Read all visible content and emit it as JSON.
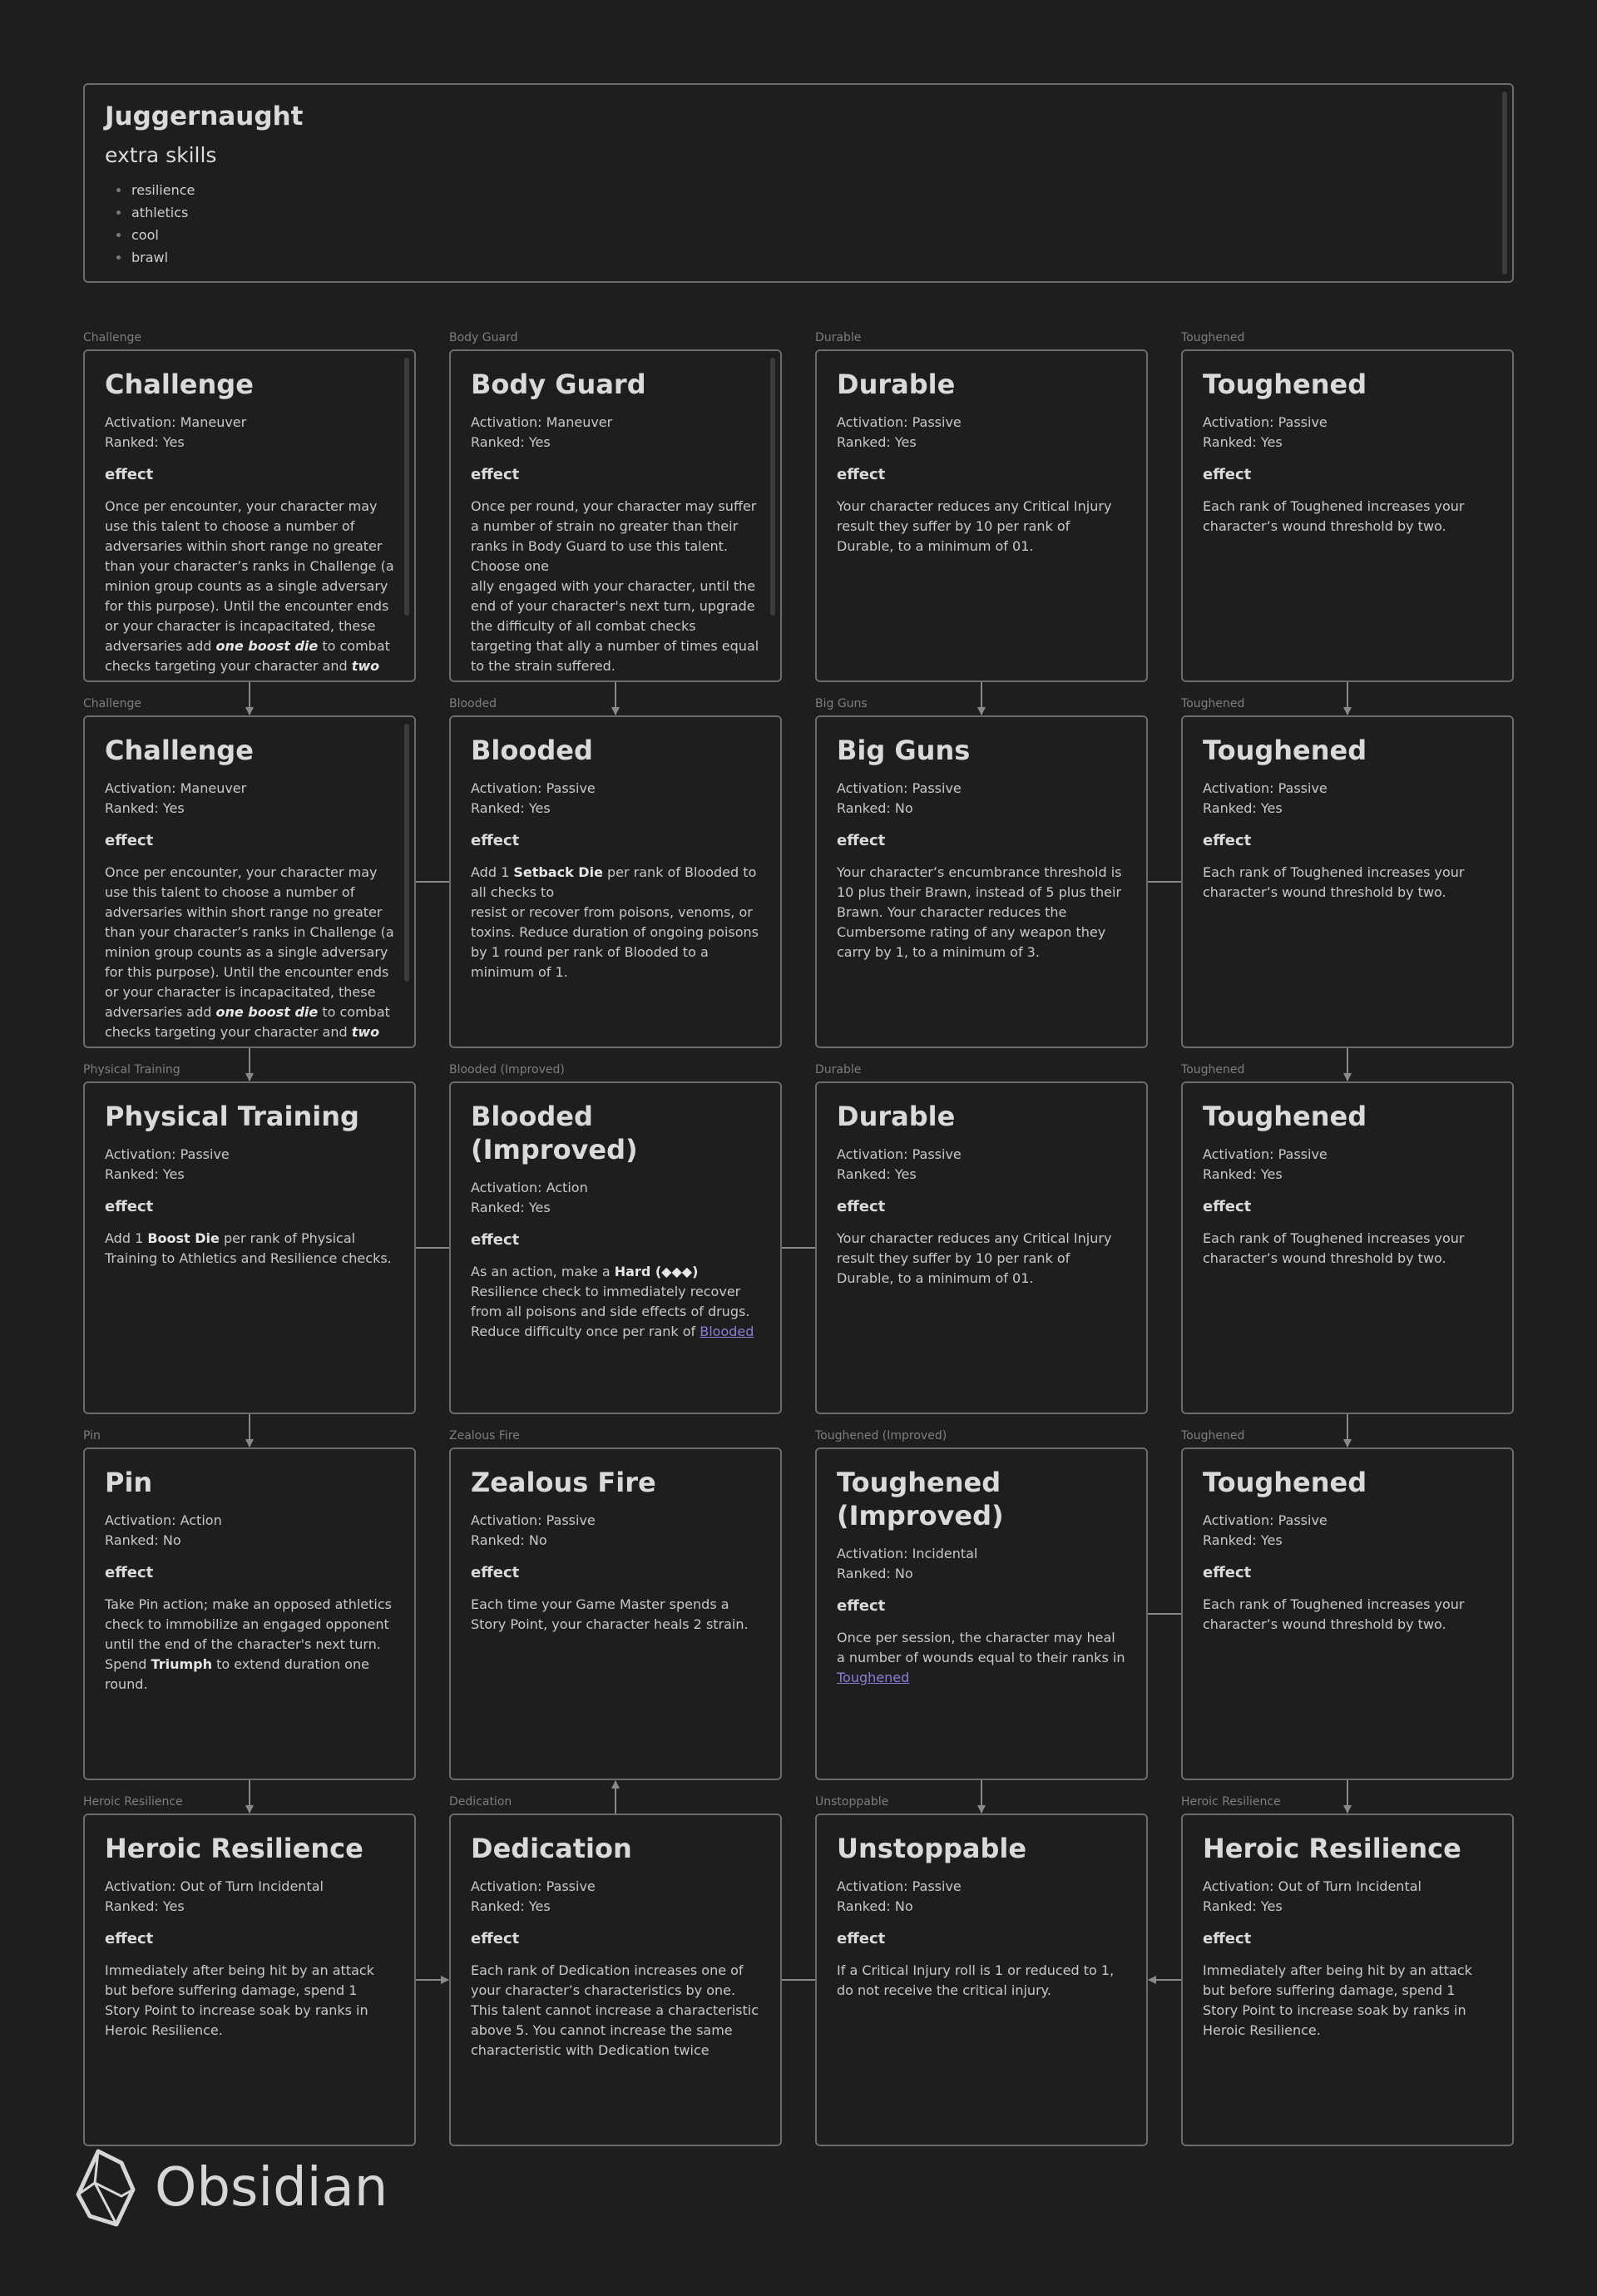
{
  "header": {
    "title": "Juggernaught",
    "subtitle": "extra skills",
    "skills": [
      "resilience",
      "athletics",
      "cool",
      "brawl"
    ]
  },
  "labels": {
    "activation": "Activation",
    "ranked": "Ranked",
    "effect": "effect"
  },
  "cards": [
    {
      "label": "Challenge",
      "title": "Challenge",
      "activation": "Maneuver",
      "ranked": "Yes",
      "scroll": true,
      "effect": [
        [
          "Once per encounter, your character may use this talent to choose a number of adversaries within short range no greater than your character’s ranks in Challenge (a minion group counts as a single adversary for this purpose). Until the encounter ends or your character is incapacitated, these adversaries add "
        ],
        [
          "one boost die",
          "bi"
        ],
        [
          " to combat checks targeting your character and "
        ],
        [
          "two",
          "bi"
        ]
      ]
    },
    {
      "label": "Body Guard",
      "title": "Body Guard",
      "activation": "Maneuver",
      "ranked": "Yes",
      "scroll": true,
      "effect": [
        [
          "Once per round, your character may suffer a number of strain no greater than their ranks in Body Guard to use this talent. Choose one"
        ],
        [
          "",
          "br"
        ],
        [
          "ally engaged with your character, until the end of your character's next turn, upgrade the difficulty of all combat checks targeting that ally a number of times equal to the strain suffered."
        ]
      ]
    },
    {
      "label": "Durable",
      "title": "Durable",
      "activation": "Passive",
      "ranked": "Yes",
      "effect": [
        [
          "Your character reduces any Critical Injury result they suffer by 10 per rank of Durable, to a minimum of 01."
        ]
      ]
    },
    {
      "label": "Toughened",
      "title": "Toughened",
      "activation": "Passive",
      "ranked": "Yes",
      "effect": [
        [
          "Each rank of Toughened increases your character’s wound threshold by two."
        ]
      ]
    },
    {
      "label": "Challenge",
      "title": "Challenge",
      "activation": "Maneuver",
      "ranked": "Yes",
      "scroll": true,
      "effect": [
        [
          "Once per encounter, your character may use this talent to choose a number of adversaries within short range no greater than your character’s ranks in Challenge (a minion group counts as a single adversary for this purpose). Until the encounter ends or your character is incapacitated, these adversaries add "
        ],
        [
          "one boost die",
          "bi"
        ],
        [
          " to combat checks targeting your character and "
        ],
        [
          "two",
          "bi"
        ]
      ]
    },
    {
      "label": "Blooded",
      "title": "Blooded",
      "activation": "Passive",
      "ranked": "Yes",
      "effect": [
        [
          "Add 1 "
        ],
        [
          "Setback Die",
          "b"
        ],
        [
          " per rank of Blooded to all checks to"
        ],
        [
          "",
          "br"
        ],
        [
          "resist or recover from poisons, venoms, or toxins. Reduce duration of ongoing poisons by 1 round per rank of Blooded to a minimum of 1."
        ]
      ]
    },
    {
      "label": "Big Guns",
      "title": "Big Guns",
      "activation": "Passive",
      "ranked": "No",
      "effect": [
        [
          "Your character’s encumbrance threshold is 10 plus their Brawn, instead of 5 plus their Brawn. Your character reduces the Cumbersome rating of any weapon they carry by 1, to a minimum of 3."
        ]
      ]
    },
    {
      "label": "Toughened",
      "title": "Toughened",
      "activation": "Passive",
      "ranked": "Yes",
      "effect": [
        [
          "Each rank of Toughened increases your character’s wound threshold by two."
        ]
      ]
    },
    {
      "label": "Physical Training",
      "title": "Physical Training",
      "activation": "Passive",
      "ranked": "Yes",
      "effect": [
        [
          "Add 1 "
        ],
        [
          "Boost Die",
          "b"
        ],
        [
          " per rank of Physical Training to Athletics and Resilience checks."
        ]
      ]
    },
    {
      "label": "Blooded (Improved)",
      "title": "Blooded (Improved)",
      "activation": "Action",
      "ranked": "Yes",
      "effect": [
        [
          "As an action, make a "
        ],
        [
          "Hard (◆◆◆)",
          "b"
        ],
        [
          "",
          "br"
        ],
        [
          "Resilience check to immediately recover from all poisons and side effects of drugs. Reduce difficulty once per rank of "
        ],
        [
          "Blooded",
          "a"
        ]
      ]
    },
    {
      "label": "Durable",
      "title": "Durable",
      "activation": "Passive",
      "ranked": "Yes",
      "effect": [
        [
          "Your character reduces any Critical Injury result they suffer by 10 per rank of Durable, to a minimum of 01."
        ]
      ]
    },
    {
      "label": "Toughened",
      "title": "Toughened",
      "activation": "Passive",
      "ranked": "Yes",
      "effect": [
        [
          "Each rank of Toughened increases your character’s wound threshold by two."
        ]
      ]
    },
    {
      "label": "Pin",
      "title": "Pin",
      "activation": "Action",
      "ranked": "No",
      "effect": [
        [
          "Take Pin action; make an opposed athletics check to immobilize an engaged opponent until the end of the character's next turn. Spend "
        ],
        [
          "Triumph",
          "b"
        ],
        [
          " to extend duration one round."
        ]
      ]
    },
    {
      "label": "Zealous Fire",
      "title": "Zealous Fire",
      "activation": "Passive",
      "ranked": "No",
      "effect": [
        [
          "Each time your Game Master spends a Story Point, your character heals 2 strain."
        ]
      ]
    },
    {
      "label": "Toughened (Improved)",
      "title": "Toughened (Improved)",
      "activation": "Incidental",
      "ranked": "No",
      "effect": [
        [
          "Once per session, the character may heal a number of wounds equal to their ranks in "
        ],
        [
          "Toughened",
          "a"
        ]
      ]
    },
    {
      "label": "Toughened",
      "title": "Toughened",
      "activation": "Passive",
      "ranked": "Yes",
      "effect": [
        [
          "Each rank of Toughened increases your character’s wound threshold by two."
        ]
      ]
    },
    {
      "label": "Heroic Resilience",
      "title": "Heroic Resilience",
      "activation": "Out of Turn Incidental",
      "ranked": "Yes",
      "effect": [
        [
          "Immediately after being hit by an attack but before suffering damage, spend 1 Story Point to increase soak by ranks in Heroic Resilience."
        ]
      ]
    },
    {
      "label": "Dedication",
      "title": "Dedication",
      "activation": "Passive",
      "ranked": "Yes",
      "effect": [
        [
          "Each rank of Dedication increases one of your character’s characteristics by one. This talent cannot increase a characteristic above 5. You cannot increase the same characteristic with Dedication twice"
        ]
      ]
    },
    {
      "label": "Unstoppable",
      "title": "Unstoppable",
      "activation": "Passive",
      "ranked": "No",
      "effect": [
        [
          "If a Critical Injury roll is 1 or reduced to 1, do not receive the critical injury."
        ]
      ]
    },
    {
      "label": "Heroic Resilience",
      "title": "Heroic Resilience",
      "activation": "Out of Turn Incidental",
      "ranked": "Yes",
      "effect": [
        [
          "Immediately after being hit by an attack but before suffering damage, spend 1 Story Point to increase soak by ranks in Heroic Resilience."
        ]
      ]
    }
  ],
  "branding": {
    "name": "Obsidian",
    "icon": "obsidian-logo-icon"
  }
}
